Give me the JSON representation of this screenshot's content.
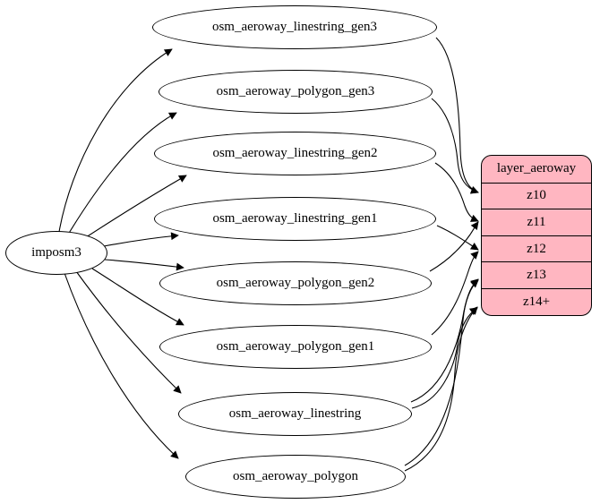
{
  "diagram": {
    "type": "etl-graph",
    "source_node": {
      "label": "imposm3"
    },
    "tables": [
      {
        "label": "osm_aeroway_linestring_gen3"
      },
      {
        "label": "osm_aeroway_polygon_gen3"
      },
      {
        "label": "osm_aeroway_linestring_gen2"
      },
      {
        "label": "osm_aeroway_linestring_gen1"
      },
      {
        "label": "osm_aeroway_polygon_gen2"
      },
      {
        "label": "osm_aeroway_polygon_gen1"
      },
      {
        "label": "osm_aeroway_linestring"
      },
      {
        "label": "osm_aeroway_polygon"
      }
    ],
    "layer_record": {
      "header": "layer_aeroway",
      "rows": [
        "z10",
        "z11",
        "z12",
        "z13",
        "z14+"
      ]
    },
    "edges": [
      {
        "from": "imposm3",
        "to": "osm_aeroway_linestring_gen3"
      },
      {
        "from": "imposm3",
        "to": "osm_aeroway_polygon_gen3"
      },
      {
        "from": "imposm3",
        "to": "osm_aeroway_linestring_gen2"
      },
      {
        "from": "imposm3",
        "to": "osm_aeroway_linestring_gen1"
      },
      {
        "from": "imposm3",
        "to": "osm_aeroway_polygon_gen2"
      },
      {
        "from": "imposm3",
        "to": "osm_aeroway_polygon_gen1"
      },
      {
        "from": "imposm3",
        "to": "osm_aeroway_linestring"
      },
      {
        "from": "imposm3",
        "to": "osm_aeroway_polygon"
      },
      {
        "from": "osm_aeroway_linestring_gen3",
        "to": "layer_aeroway:z10"
      },
      {
        "from": "osm_aeroway_polygon_gen3",
        "to": "layer_aeroway:z10"
      },
      {
        "from": "osm_aeroway_linestring_gen2",
        "to": "layer_aeroway:z11"
      },
      {
        "from": "osm_aeroway_polygon_gen2",
        "to": "layer_aeroway:z11"
      },
      {
        "from": "osm_aeroway_linestring_gen1",
        "to": "layer_aeroway:z12"
      },
      {
        "from": "osm_aeroway_polygon_gen1",
        "to": "layer_aeroway:z12"
      },
      {
        "from": "osm_aeroway_linestring",
        "to": "layer_aeroway:z13"
      },
      {
        "from": "osm_aeroway_linestring",
        "to": "layer_aeroway:z14+"
      },
      {
        "from": "osm_aeroway_polygon",
        "to": "layer_aeroway:z13"
      },
      {
        "from": "osm_aeroway_polygon",
        "to": "layer_aeroway:z14+"
      }
    ],
    "colors": {
      "record_fill": "#ffb6c1",
      "node_fill": "#ffffff",
      "stroke": "#000000",
      "background": "#ffffff"
    }
  }
}
